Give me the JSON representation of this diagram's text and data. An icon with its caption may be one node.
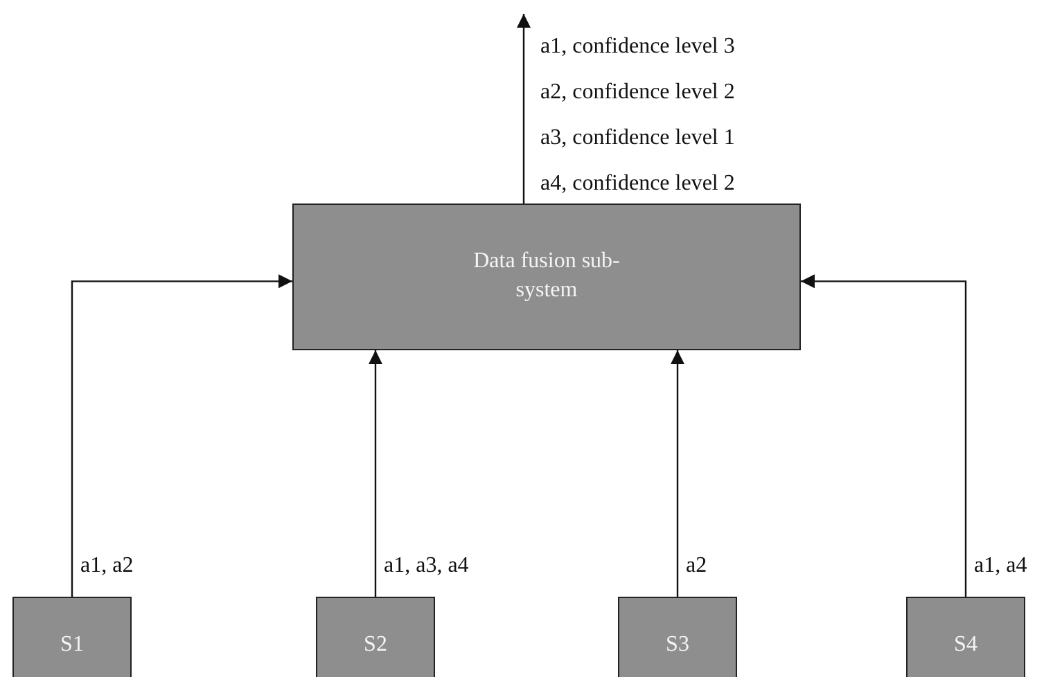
{
  "diagram": {
    "nodes": [
      {
        "text": [
          "Data fusion sub-system"
        ]
      },
      {
        "text": [
          "S1"
        ]
      },
      {
        "text": [
          "S2"
        ]
      },
      {
        "text": [
          "S3"
        ]
      },
      {
        "text": [
          "S4"
        ]
      }
    ],
    "edges": [
      {
        "from": 1,
        "to": 0,
        "arrow": "to",
        "label": "a1, a2"
      },
      {
        "from": 2,
        "to": 0,
        "arrow": "to",
        "label": "a1, a3, a4"
      },
      {
        "from": 3,
        "to": 0,
        "arrow": "to",
        "label": "a2"
      },
      {
        "from": 4,
        "to": 0,
        "arrow": "to",
        "label": "a1, a4"
      },
      {
        "from": 0,
        "to": null,
        "arrow": "to"
      }
    ],
    "labels": [
      "a1, confidence level 3",
      "a2, confidence level 2",
      "a3, confidence level 1",
      "a4, confidence level 2"
    ]
  }
}
